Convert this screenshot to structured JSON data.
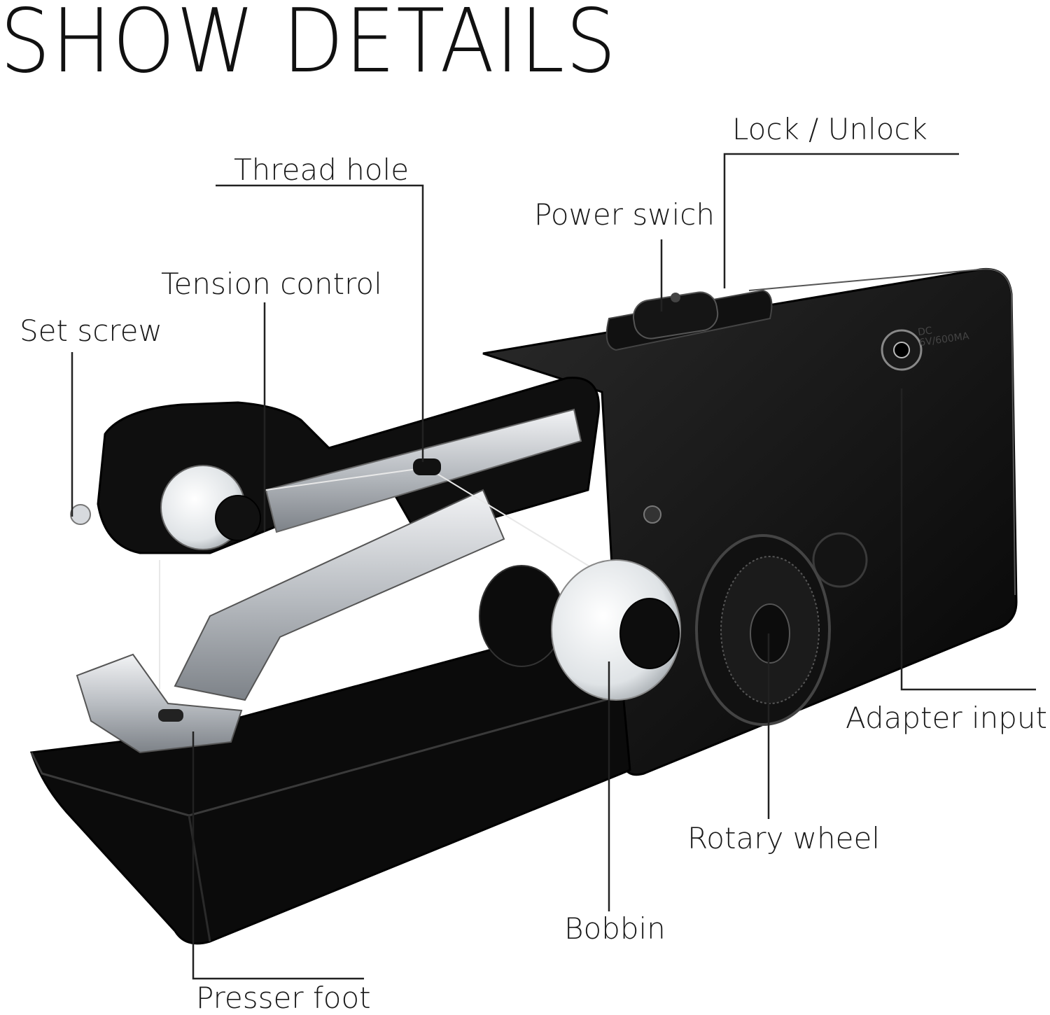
{
  "title": "SHOW DETAILS",
  "callouts": {
    "lock_unlock": "Lock / Unlock",
    "thread_hole": "Thread hole",
    "power_switch": "Power swich",
    "tension_control": "Tension control",
    "set_screw": "Set screw",
    "adapter_input": "Adapter input",
    "rotary_wheel": "Rotary wheel",
    "bobbin": "Bobbin",
    "presser_foot": "Presser foot"
  },
  "device": {
    "port_label": "DC 6V/600MA",
    "body_color": "#0d0d0d",
    "metal_color": "#c9ccd0"
  }
}
